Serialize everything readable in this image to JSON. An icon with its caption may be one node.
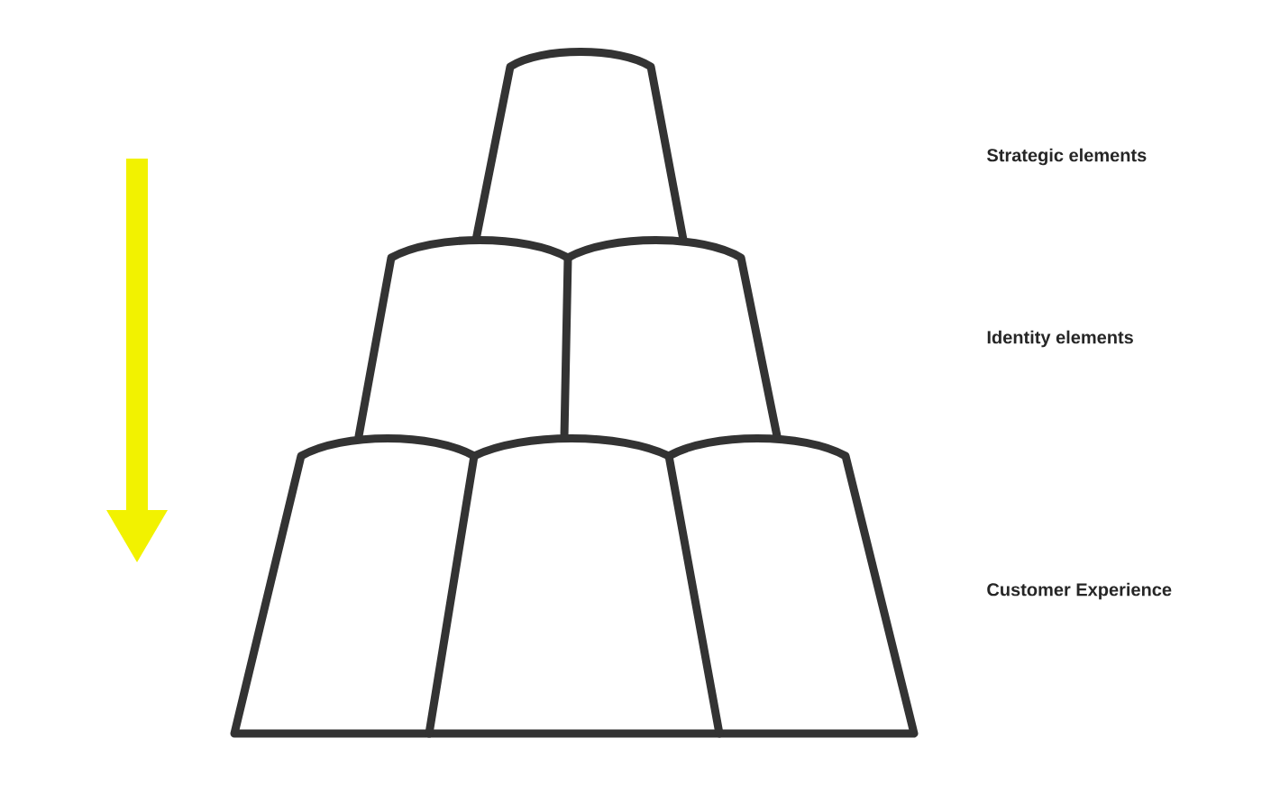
{
  "diagram": {
    "labels": [
      "Strategic elements",
      "Identity elements",
      "Customer Experience"
    ]
  }
}
